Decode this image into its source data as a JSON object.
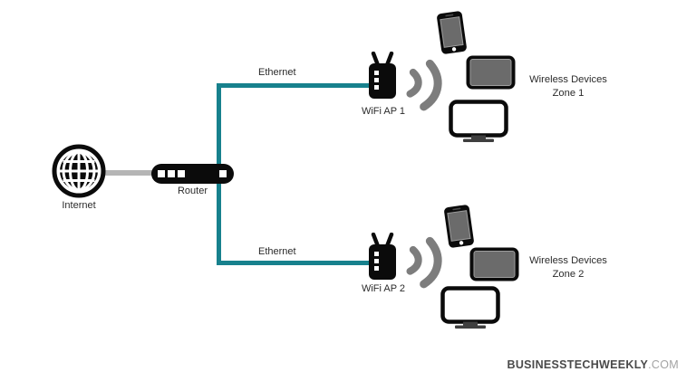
{
  "diagram": {
    "internet": {
      "label": "Internet",
      "icon": "globe-icon"
    },
    "router": {
      "label": "Router",
      "icon": "router-icon"
    },
    "links": [
      {
        "label": "Ethernet",
        "from": "Router",
        "to": "WiFi AP 1"
      },
      {
        "label": "Ethernet",
        "from": "Router",
        "to": "WiFi AP 2"
      }
    ],
    "access_points": [
      {
        "label": "WiFi AP 1",
        "icon": "wifi-ap-icon"
      },
      {
        "label": "WiFi AP 2",
        "icon": "wifi-ap-icon"
      }
    ],
    "zones": [
      {
        "title": "Wireless Devices",
        "zone": "Zone 1",
        "devices": [
          "smartphone-icon",
          "tablet-icon",
          "monitor-icon"
        ]
      },
      {
        "title": "Wireless Devices",
        "zone": "Zone 2",
        "devices": [
          "smartphone-icon",
          "tablet-icon",
          "monitor-icon"
        ]
      }
    ],
    "watermark": {
      "brand": "BUSINESSTECHWEEKLY",
      "suffix": ".COM"
    },
    "colors": {
      "ethernet_line": "#17818d",
      "connector_gray": "#b5b5b5",
      "wifi_signal": "#7d7d7d",
      "icon_black": "#0b0b0b",
      "screen_gray": "#6b6b6b",
      "label_color": "#2b2b2b",
      "watermark_brand": "#4a4a4a",
      "watermark_suffix": "#a3a3a3"
    }
  }
}
